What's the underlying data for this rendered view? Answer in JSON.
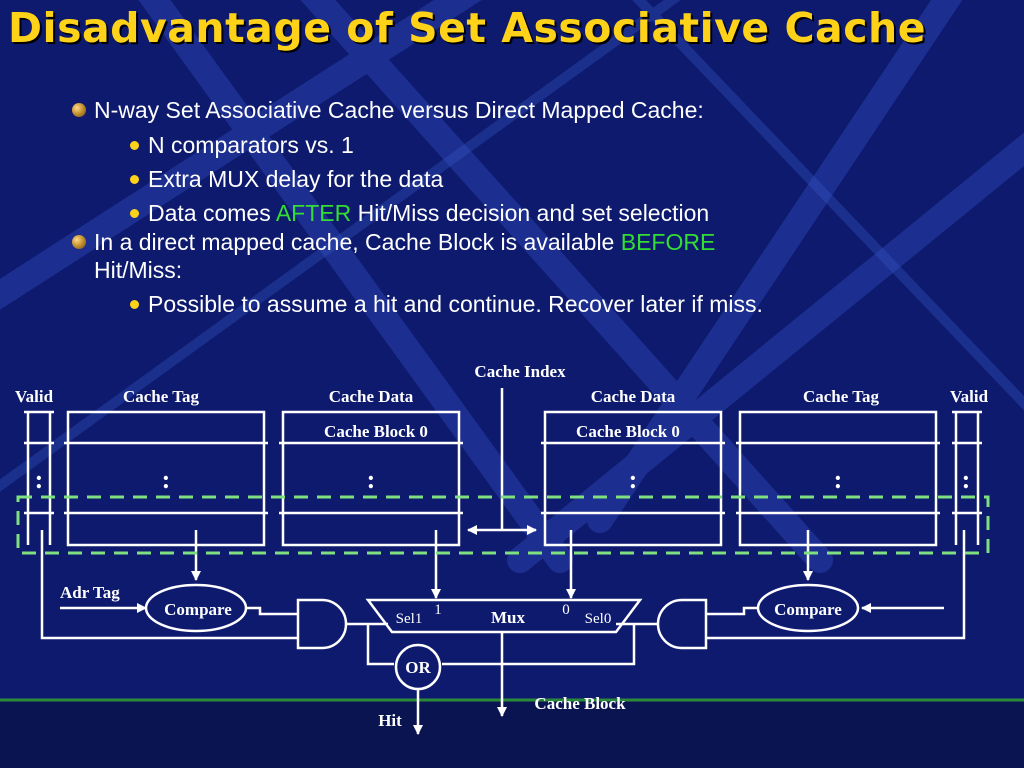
{
  "slide": {
    "title": "Disadvantage of Set Associative Cache",
    "bullets": {
      "b1": "N-way Set Associative Cache versus Direct Mapped Cache:",
      "b1_1": "N comparators vs. 1",
      "b1_2": "Extra MUX delay for the data",
      "b1_3_pre": "Data comes ",
      "b1_3_hl": "AFTER",
      "b1_3_post": " Hit/Miss decision and set selection",
      "b2_line1_pre": "In a direct mapped cache, Cache Block is available ",
      "b2_line1_hl": "BEFORE",
      "b2_line2": "Hit/Miss:",
      "b2_1": "Possible to assume a hit and continue.  Recover later if miss."
    }
  },
  "diagram": {
    "cache_index": "Cache Index",
    "valid": "Valid",
    "cache_tag": "Cache Tag",
    "cache_data": "Cache Data",
    "cache_block_0": "Cache Block 0",
    "ellipsis": ":",
    "adr_tag": "Adr Tag",
    "compare": "Compare",
    "sel1": "Sel1",
    "sel0": "Sel0",
    "mux": "Mux",
    "mux_in1": "1",
    "mux_in0": "0",
    "or_gate": "OR",
    "hit": "Hit",
    "cache_block": "Cache Block"
  },
  "colors": {
    "background": "#0d1a6e",
    "title": "#ffd21a",
    "highlight": "#33dd33",
    "dashed_box": "#7ee07e",
    "lines": "#ffffff"
  }
}
